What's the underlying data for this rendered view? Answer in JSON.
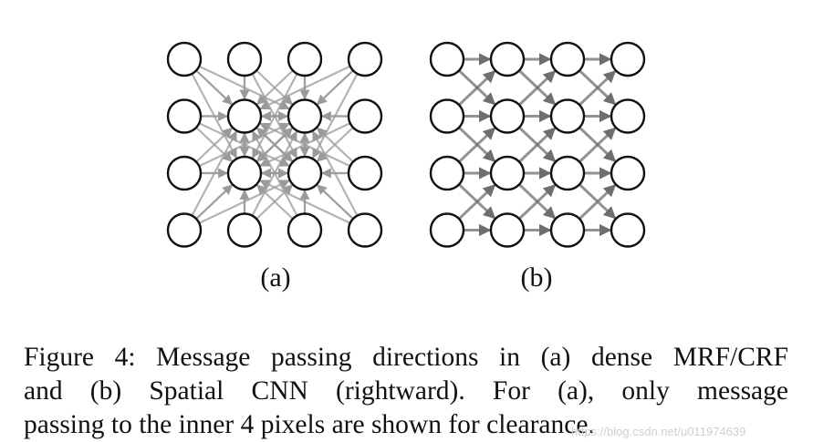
{
  "figure": {
    "panel_a_label": "(a)",
    "panel_b_label": "(b)",
    "grid_rows": 4,
    "grid_cols": 4,
    "node_color": "#ffffff",
    "node_stroke": "#111111",
    "dense_edge_color": "#9a9a9a",
    "scnn_edge_color": "#6e6e6e"
  },
  "caption": {
    "line1": "Figure 4: Message passing directions in (a) dense MRF/CRF",
    "line2": "and (b) Spatial CNN (rightward). For (a), only message",
    "line3": "passing to the inner 4 pixels are shown for clearance."
  },
  "watermark": "https://blog.csdn.net/u011974639"
}
